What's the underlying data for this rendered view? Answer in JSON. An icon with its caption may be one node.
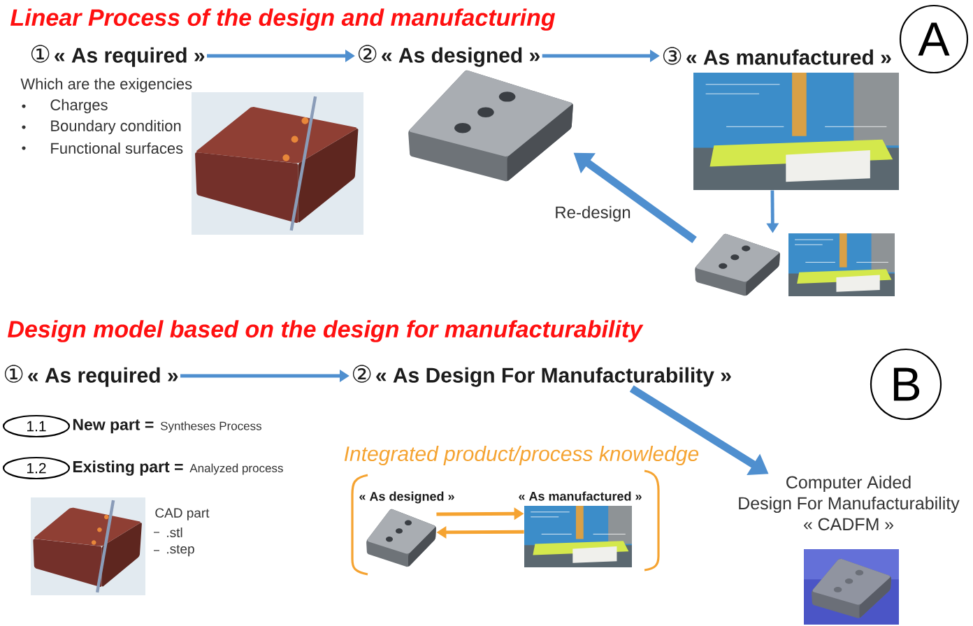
{
  "diagram": {
    "nodes": [
      {
        "text": [
          "①",
          "« As required »"
        ],
        "beside": [
          "Which are the exigencies",
          "Charges",
          "Boundary condition",
          "Functional surfaces"
        ]
      },
      {
        "text": [
          "②",
          "« As designed »"
        ]
      },
      {
        "text": [
          "③",
          "« As manufactured »"
        ]
      },
      {
        "text": [
          "A"
        ]
      },
      {
        "text": [],
        "shape": "picture"
      },
      {
        "text": [],
        "shape": "picture"
      },
      {
        "text": [],
        "shape": "picture"
      },
      {
        "text": [
          "①",
          "« As required »"
        ]
      },
      {
        "text": [
          "②",
          "« As Design For Manufacturability »"
        ]
      },
      {
        "text": [
          "B"
        ]
      },
      {
        "text": [
          "1.1"
        ],
        "beside": [
          "New part =",
          "Syntheses Process"
        ]
      },
      {
        "text": [
          "1.2"
        ],
        "beside": [
          "Existing part =",
          "Analyzed process"
        ]
      },
      {
        "text": [
          "Integrated product/process knowledge"
        ]
      },
      {
        "text": [
          "« As designed »"
        ],
        "in": 12
      },
      {
        "text": [
          "« As manufactured »"
        ],
        "in": 12
      },
      {
        "text": [
          "Computer Aided Design For Manufacturability « CADFM »"
        ]
      }
    ],
    "edges": [
      {
        "from": 0,
        "to": 1,
        "arrow": "to"
      },
      {
        "from": 1,
        "to": 2,
        "arrow": "to"
      },
      {
        "from": 5,
        "to": 6,
        "arrow": "to"
      },
      {
        "from": 6,
        "to": 4,
        "arrow": "to",
        "label": "Re-design",
        "style": "thick"
      },
      {
        "from": 7,
        "to": 8,
        "arrow": "to"
      },
      {
        "from": 8,
        "to": 15,
        "arrow": "to",
        "style": "thick"
      },
      {
        "from": 13,
        "to": 14,
        "arrow": "to",
        "color": "#f5a331"
      },
      {
        "from": 14,
        "to": 13,
        "arrow": "to",
        "color": "#f5a331"
      }
    ],
    "labels": [
      "Linear Process of the design and manufacturing",
      "Design model based on the design for manufacturability",
      "CAD part",
      ".stl",
      ".step"
    ]
  }
}
